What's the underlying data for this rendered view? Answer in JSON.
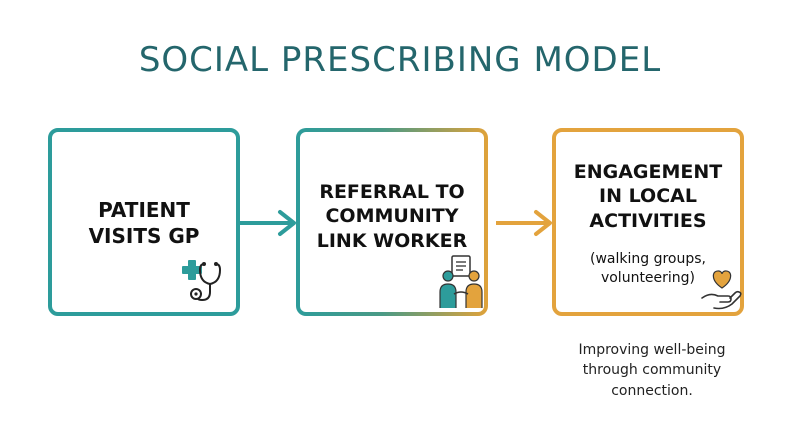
{
  "title": "SOCIAL PRESCRIBING MODEL",
  "steps": [
    {
      "lines": [
        "PATIENT",
        "VISITS GP"
      ]
    },
    {
      "lines": [
        "REFERRAL TO",
        "COMMUNITY",
        "LINK WORKER"
      ]
    },
    {
      "lines": [
        "ENGAGEMENT",
        "IN LOCAL",
        "ACTIVITIES"
      ],
      "sub_lines": [
        "(walking groups,",
        "volunteering)"
      ]
    }
  ],
  "caption_lines": [
    "Improving well-being",
    "through community",
    "connection."
  ],
  "colors": {
    "teal": "#2d9c9b",
    "gold": "#e3a33d",
    "title": "#24666c"
  },
  "icons": [
    "medical-cross-icon",
    "stethoscope-icon",
    "two-people-handshake-icon",
    "document-icon",
    "heart-in-hand-icon"
  ]
}
